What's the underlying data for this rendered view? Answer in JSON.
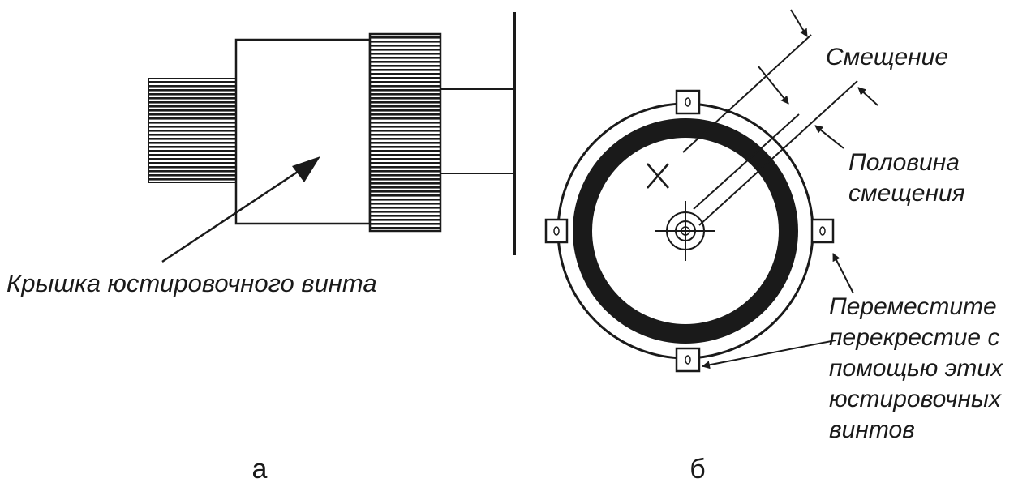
{
  "diagram_a": {
    "label": "Крышка юстировочного винта",
    "caption": "а"
  },
  "diagram_b": {
    "label_offset": "Смещение",
    "label_half_offset": [
      "Половина",
      "смещения"
    ],
    "label_move": [
      "Переместите",
      "перекрестие с",
      "помощью этих",
      "юстировочных",
      "винтов"
    ],
    "caption": "б"
  },
  "colors": {
    "ink": "#1a1a1a",
    "background": "#ffffff"
  }
}
